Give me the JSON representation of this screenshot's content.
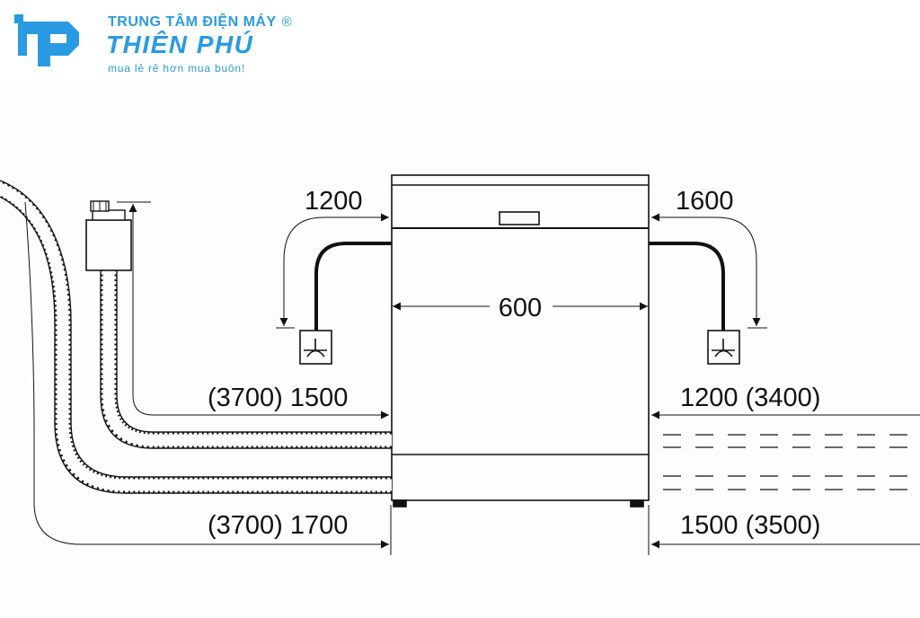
{
  "logo": {
    "line1": "TRUNG TÂM ĐIỆN MÁY",
    "registered": "®",
    "line2": "THIÊN PHÚ",
    "tagline": "mua lẻ rẻ hơn mua buôn!",
    "color": "#2a9be2",
    "icon": "brand-logo-icon"
  },
  "diagram": {
    "width_label": "600",
    "left_connection_height": "1200",
    "right_connection_height": "1600",
    "left_upper_hose_length": "(3700) 1500",
    "right_upper_cable_length": "1200 (3400)",
    "left_lower_hose_length": "(3700) 1700",
    "right_lower_cable_length": "1500 (3500)",
    "outlet_symbol_icon": "power-outlet-icon",
    "line_color": "#111111",
    "background": "#fdfdfb"
  }
}
